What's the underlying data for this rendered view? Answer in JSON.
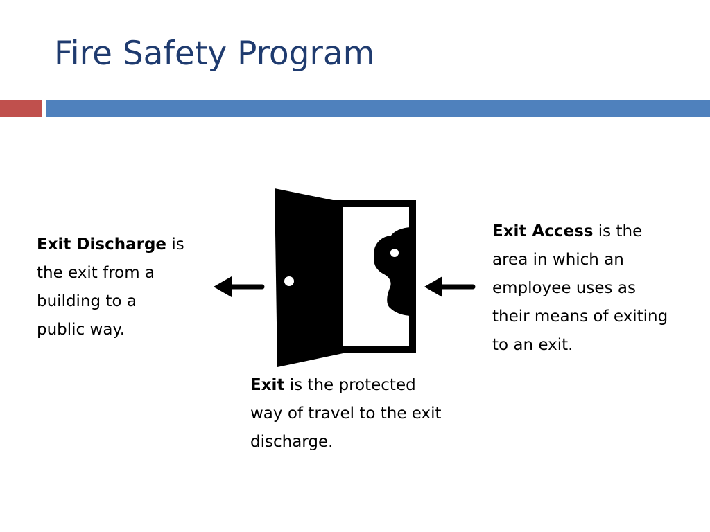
{
  "slide": {
    "title": "Fire Safety Program"
  },
  "theme": {
    "title_color": "#1f3b6f",
    "accent_red": "#c0504d",
    "accent_blue": "#4f81bd"
  },
  "definitions": {
    "exit_discharge": {
      "term": "Exit Discharge",
      "description": "is the exit from a building to a public way."
    },
    "exit_access": {
      "term": "Exit Access",
      "description": "is the area in which an employee uses as their means of exiting to an exit."
    },
    "exit": {
      "term": "Exit",
      "description": "is the protected way of travel to the exit discharge."
    }
  },
  "figure": {
    "icon": "open-door-exit-icon",
    "arrows": [
      "arrow-left-icon",
      "arrow-left-icon"
    ]
  }
}
